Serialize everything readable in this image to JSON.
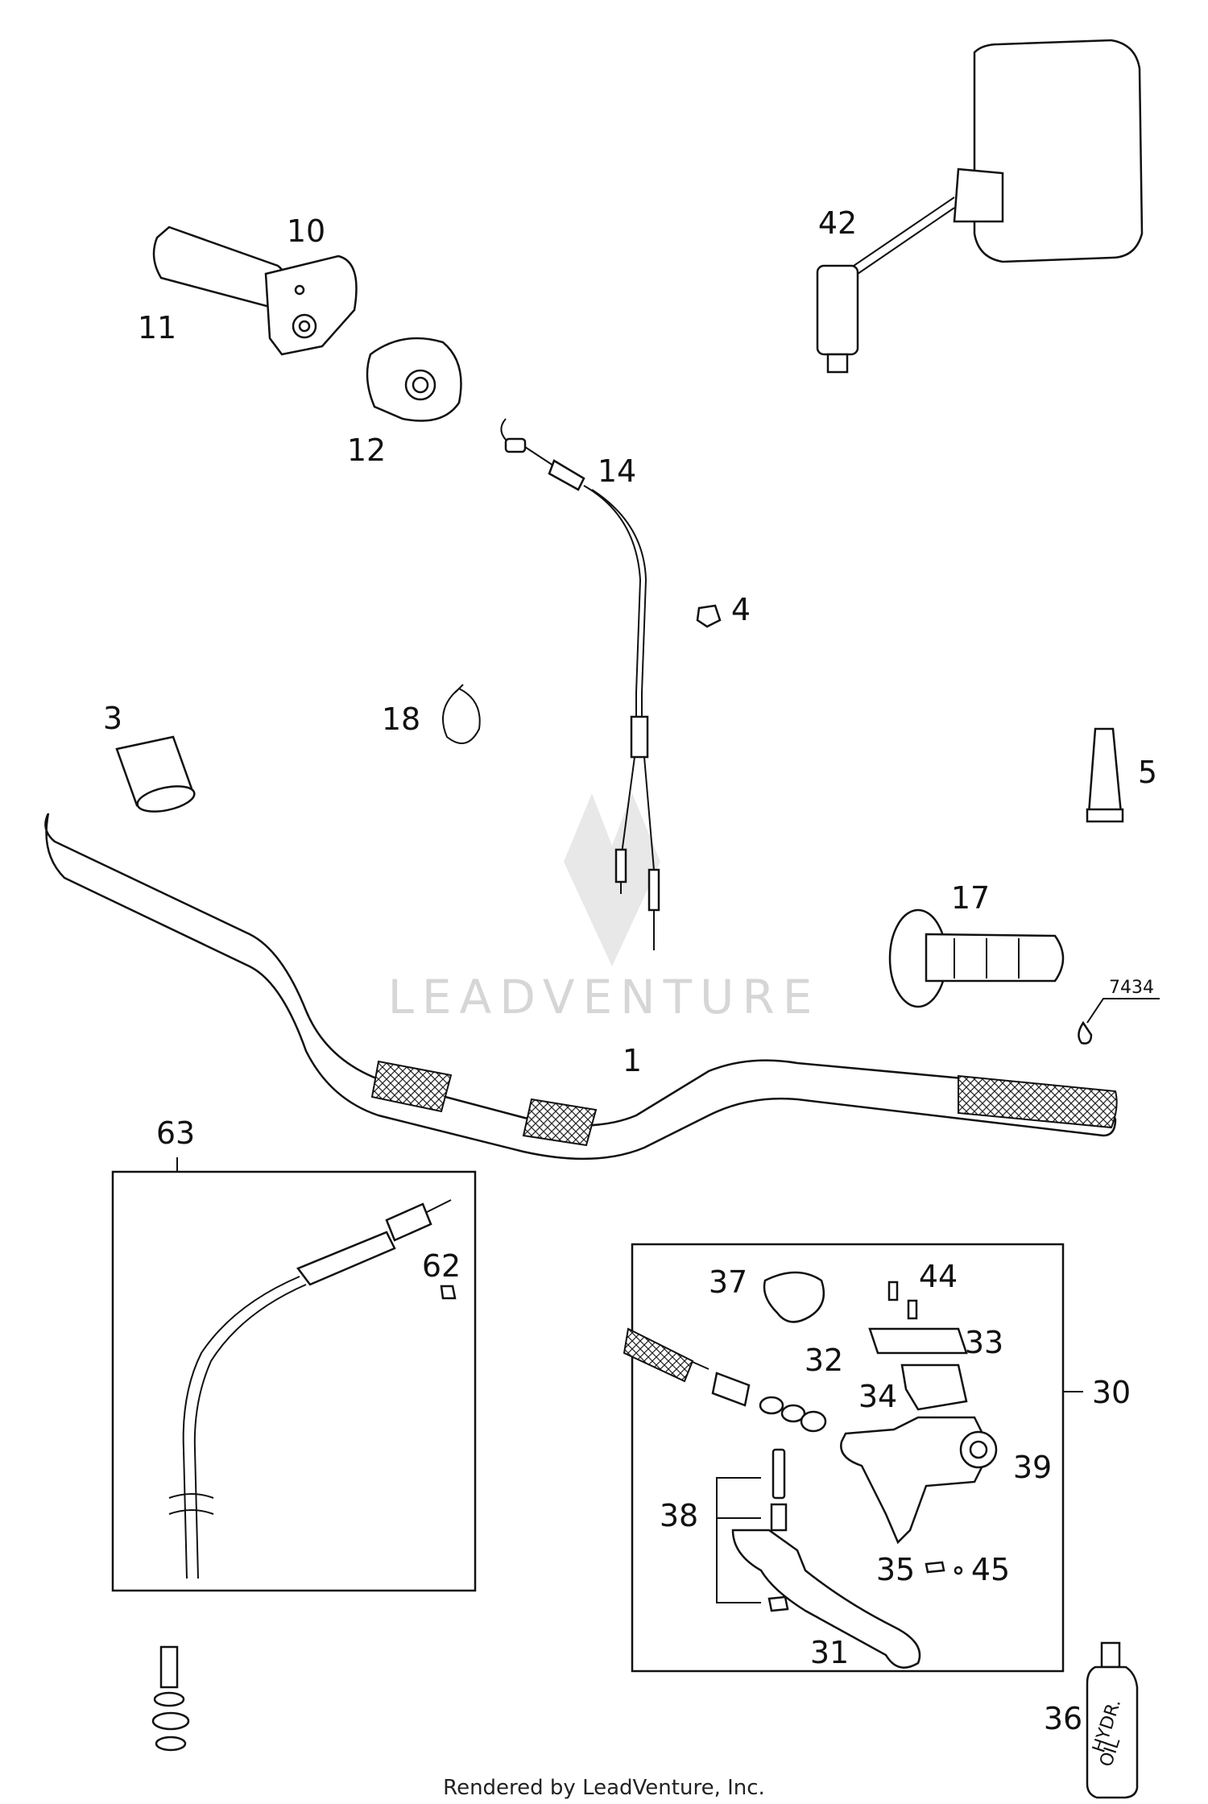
{
  "labels": {
    "p1": "1",
    "p3": "3",
    "p4": "4",
    "p5": "5",
    "p10": "10",
    "p11": "11",
    "p12": "12",
    "p14": "14",
    "p17": "17",
    "p18": "18",
    "p30": "30",
    "p31": "31",
    "p32": "32",
    "p33": "33",
    "p34": "34",
    "p35": "35",
    "p36": "36",
    "p37": "37",
    "p38": "38",
    "p39": "39",
    "p42": "42",
    "p44": "44",
    "p45": "45",
    "p62": "62",
    "p63": "63",
    "p7434": "7434"
  },
  "oil_bottle_text": [
    "HYDR.",
    "OIL"
  ],
  "watermark": "LEADVENTURE",
  "footer": "Rendered by LeadVenture, Inc."
}
